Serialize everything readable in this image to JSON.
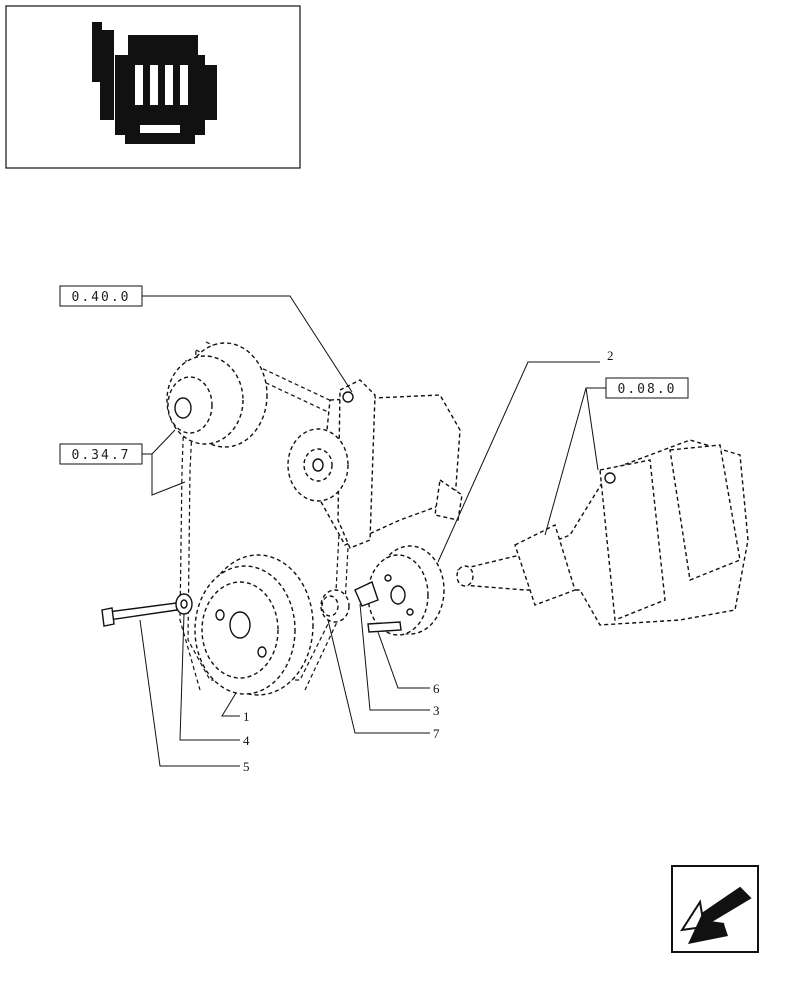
{
  "reference_boxes": {
    "alternator_ref": "0.40.0",
    "fan_ref": "0.34.7",
    "crankshaft_ref": "0.08.0"
  },
  "callouts": {
    "pulley": "1",
    "hub": "2",
    "pin": "3",
    "washer": "4",
    "bolt": "5",
    "dowel": "6",
    "ring": "7"
  },
  "icons": {
    "engine_thumbnail": "engine-thumbnail-icon",
    "nav_arrow": "previous-page-arrow-icon"
  }
}
